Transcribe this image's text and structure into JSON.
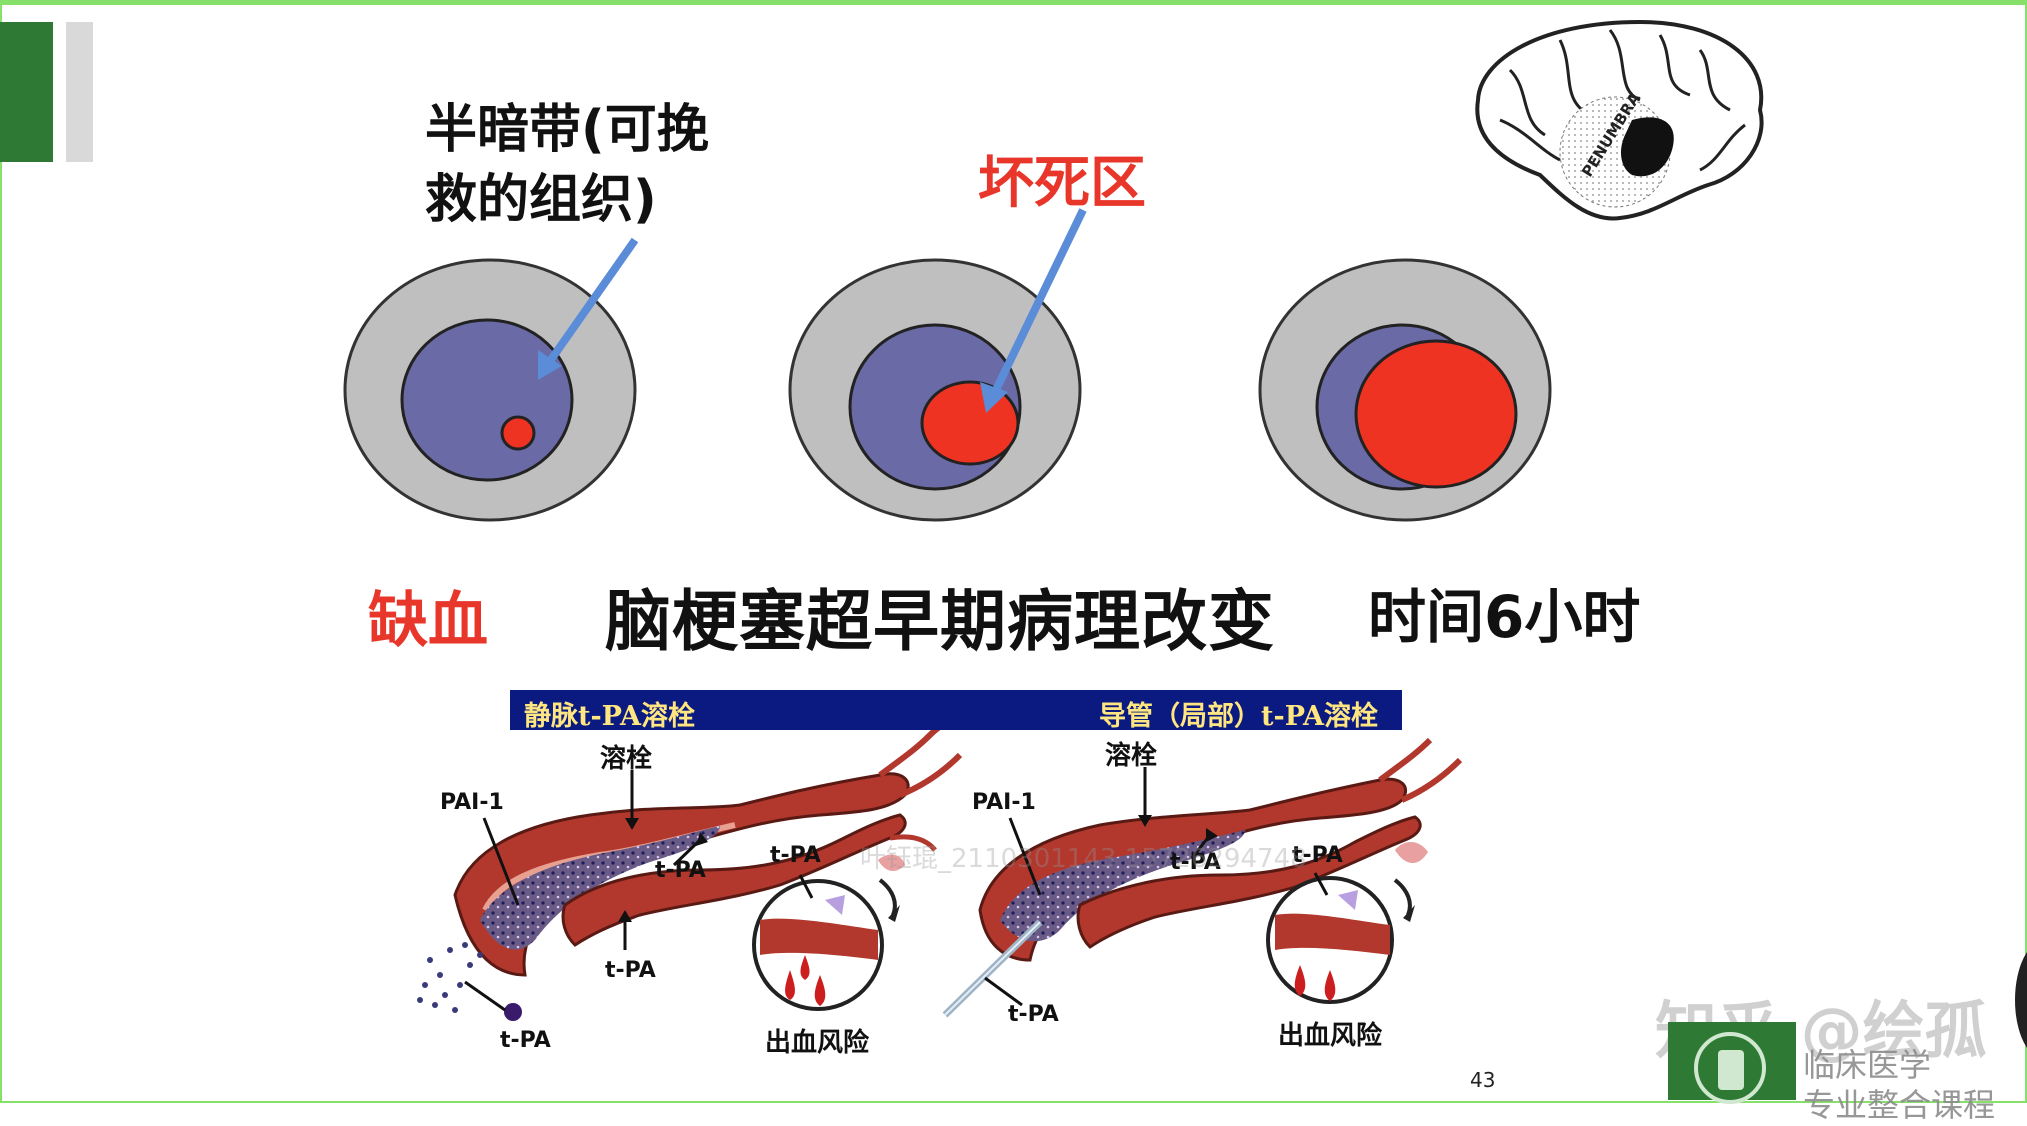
{
  "slide": {
    "penumbra_line1": "半暗带(可挽",
    "penumbra_line2": "救的组织)",
    "necrosis": "坏死区",
    "ischemia": "缺血",
    "title": "脑梗塞超早期病理改变",
    "time": "时间6小时",
    "brain_label": "PENUMBRA",
    "page_number": "43"
  },
  "banner": {
    "left": "静脉t-PA溶栓",
    "right": "导管（局部）t-PA溶栓"
  },
  "panel_left": {
    "thrombus": "溶栓",
    "pai": "PAI-1",
    "tpa_a": "t-PA",
    "tpa_b": "t-PA",
    "tpa_c": "t-PA",
    "tpa_d": "t-PA",
    "bleeding": "出血风险"
  },
  "panel_right": {
    "thrombus": "溶栓",
    "pai": "PAI-1",
    "tpa_a": "t-PA",
    "tpa_b": "t-PA",
    "tpa_c": "t-PA",
    "bleeding": "出血风险"
  },
  "overlay": {
    "faint_watermark": "叶钰琨_2110301143 15726294748",
    "zhihu": "知乎 @绘孤",
    "course_line1": "临床医学",
    "course_line2": "专业整合课程"
  },
  "colors": {
    "gray_ring": "#bfbfbf",
    "blue_penumbra": "#6a6aa6",
    "red_core": "#ee3322",
    "arrow_blue": "#5b8cd8",
    "banner_bg": "#0b1a80",
    "banner_text": "#ffe680",
    "vessel": "#b2382e",
    "accent_green": "#2e7a34"
  }
}
